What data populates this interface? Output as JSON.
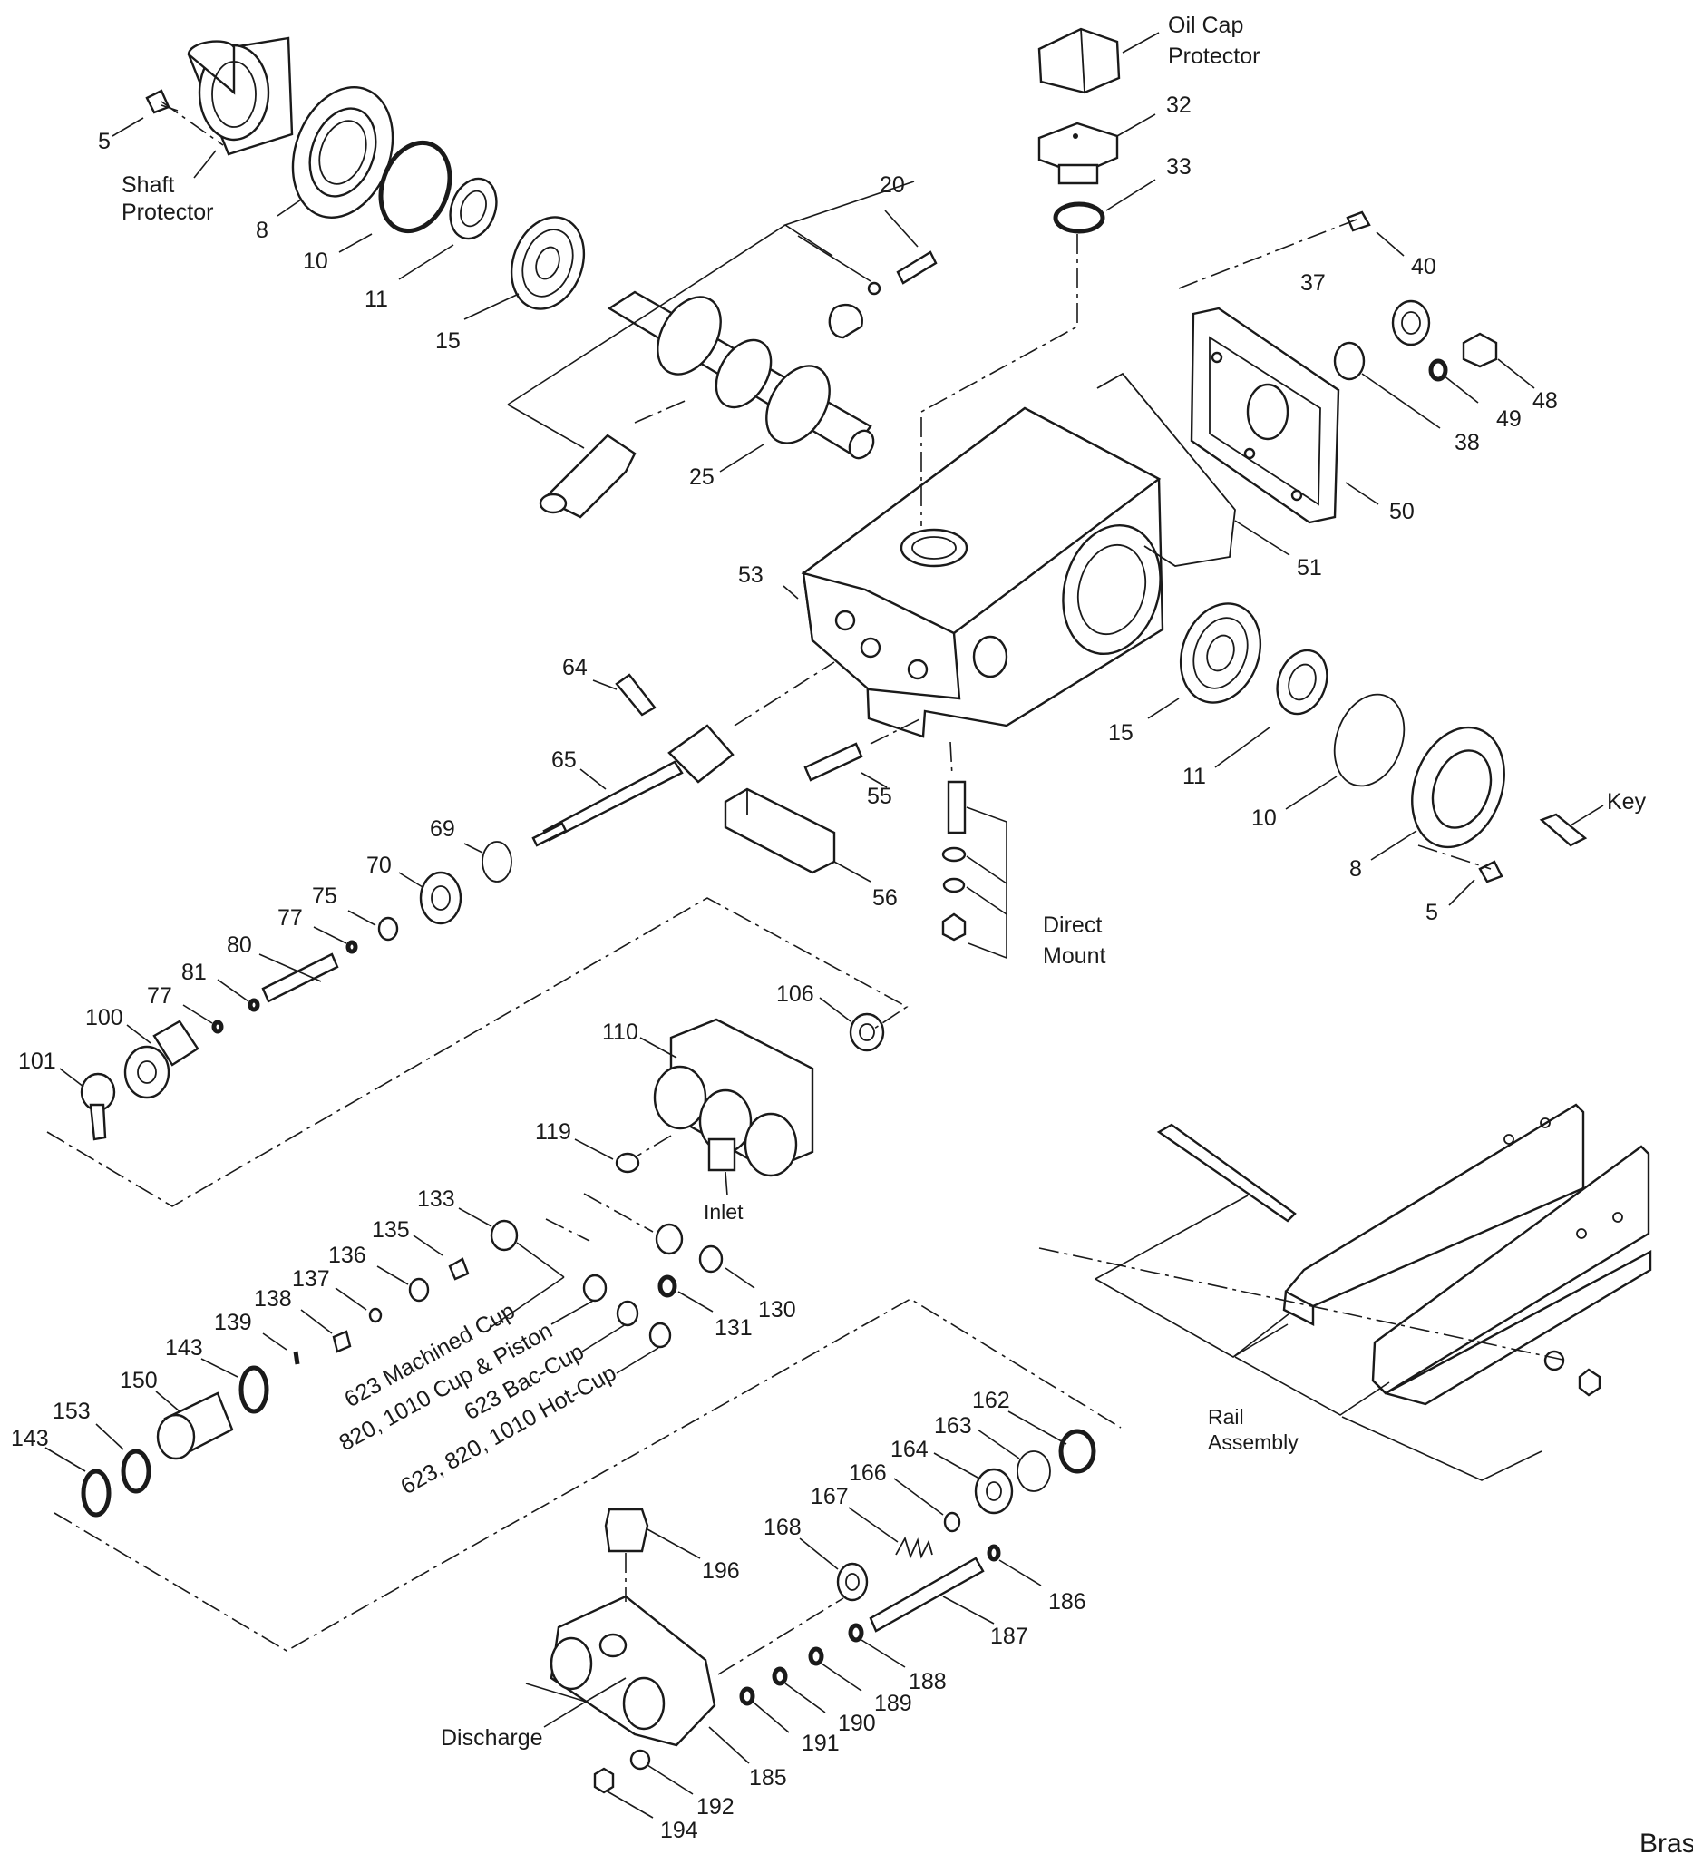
{
  "labels": {
    "oil_cap_protector_1": "Oil Cap",
    "oil_cap_protector_2": "Protector",
    "shaft_protector_1": "Shaft",
    "shaft_protector_2": "Protector",
    "direct_mount_1": "Direct",
    "direct_mount_2": "Mount",
    "rail_assembly_1": "Rail",
    "rail_assembly_2": "Assembly",
    "key": "Key",
    "inlet": "Inlet",
    "discharge": "Discharge",
    "cup_machined": "623 Machined Cup",
    "cup_piston": "820, 1010 Cup & Piston",
    "cup_bac": "623 Bac-Cup",
    "cup_hot": "623, 820, 1010 Hot-Cup",
    "corner_text": "Bras"
  },
  "part_numbers": {
    "p5a": "5",
    "p8a": "8",
    "p10a": "10",
    "p11a": "11",
    "p15a": "15",
    "p20": "20",
    "p25": "25",
    "p32": "32",
    "p33": "33",
    "p37": "37",
    "p38": "38",
    "p40": "40",
    "p48": "48",
    "p49": "49",
    "p50": "50",
    "p51": "51",
    "p53": "53",
    "p15b": "15",
    "p11b": "11",
    "p10b": "10",
    "p8b": "8",
    "p5b": "5",
    "p64": "64",
    "p65": "65",
    "p55": "55",
    "p56": "56",
    "p69": "69",
    "p70": "70",
    "p75": "75",
    "p77a": "77",
    "p80": "80",
    "p81": "81",
    "p77b": "77",
    "p100": "100",
    "p101": "101",
    "p106": "106",
    "p110": "110",
    "p119": "119",
    "p133": "133",
    "p135": "135",
    "p136": "136",
    "p137": "137",
    "p138": "138",
    "p139": "139",
    "p143a": "143",
    "p150": "150",
    "p153": "153",
    "p143b": "143",
    "p130": "130",
    "p131": "131",
    "p162": "162",
    "p163": "163",
    "p164": "164",
    "p166": "166",
    "p167": "167",
    "p168": "168",
    "p196": "196",
    "p186": "186",
    "p187": "187",
    "p188": "188",
    "p189": "189",
    "p190": "190",
    "p191": "191",
    "p185": "185",
    "p192": "192",
    "p194": "194"
  }
}
